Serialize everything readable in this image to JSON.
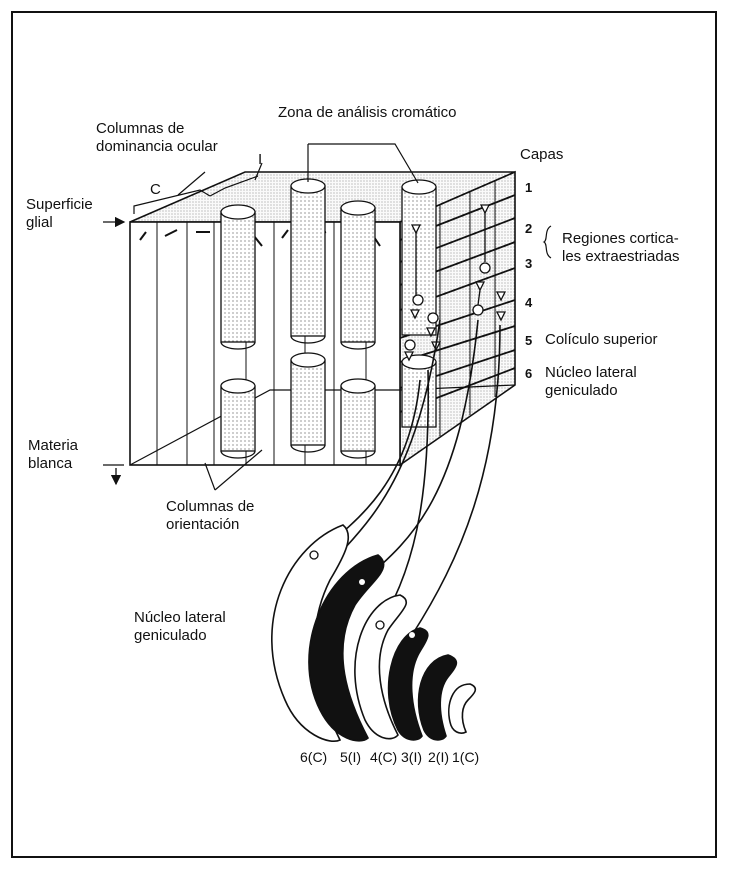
{
  "labels": {
    "zona": "Zona de análisis cromático",
    "columnas_dominancia": "Columnas de dominancia ocular",
    "mark_c": "C",
    "mark_i": "I",
    "superficie": "Superficie glial",
    "capas": "Capas",
    "regiones": "Regiones cortica- les extraestriadas",
    "coliculo": "Colículo superior",
    "nucleo_lateral_right": "Núcleo lateral geniculado",
    "materia": "Materia blanca",
    "columnas_orientacion": "Columnas de orientación",
    "nucleo_lateral_left": "Núcleo lateral geniculado"
  },
  "layer_numbers": [
    "1",
    "2",
    "3",
    "4",
    "5",
    "6"
  ],
  "lgn_layers": [
    "6(C)",
    "5(I)",
    "4(C)",
    "3(I)",
    "2(I)",
    "1(C)"
  ]
}
